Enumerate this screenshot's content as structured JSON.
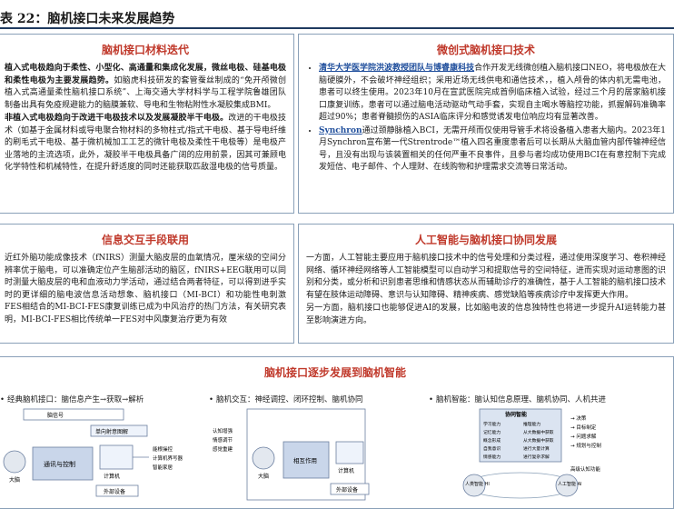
{
  "figure_title": "表 22：脑机接口未来发展趋势",
  "materials": {
    "heading": "脑机接口材料迭代",
    "p1_bold": "植入式电极趋向于柔性、小型化、高通量和集成化发展，微丝电极、硅基电极和柔性电极为主要发展趋势。",
    "p1_rest": "如脑虎科技研发的套管蚕丝制成的“免开颅微创植入式高通量柔性脑机接口系统”、上海交通大学材料学与工程学院鲁雄团队制备出具有免疫规避能力的脑膜兼软、导电和生物粘附性水凝胶集成BMI。",
    "p2_bold": "非植入式电极趋向于改进干电极技术以及发展凝胶半干电极。",
    "p2_rest": "改进的干电极技术（如基于金属材料或导电聚合物材料的多物柱式/指式干电极、基于导电纤维的刷毛式干电极、基于微机械加工工艺的微针电极及柔性干电极等）是电极产业落地的主流选项，此外，凝胶半干电极具备广阔的应用前景，因其可兼顾电化学特性和机械特性，在提升舒适度的同时还能获取匹敌湿电极的信号质量。"
  },
  "minimally_invasive": {
    "heading": "微创式脑机接口技术",
    "item1_link": "清华大学医学院洪波教授团队与博睿康科技",
    "item1_rest": "合作开发无线微创植入脑机接口NEO，将电极放在大脑硬膜外，不会破坏神经组织；采用近场无线供电和通信技术，，植入颅骨的体内机无需电池，患者可以终生使用。2023年10月在宣武医院完成首例临床植入试验，经过三个月的居家脑机接口康复训练，患者可以通过脑电活动驱动气动手套，实现自主喝水等脑控功能，抓握解码准确率超过90%；患者脊髓损伤的ASIA临床评分和感觉诱发电位响应均有显著改善。",
    "item2_link": "Synchron",
    "item2_rest": "通过颈静脉植入BCI，无需开颅而仅使用导管手术将设备植入患者大脑内。2023年1月Synchron宣布第一代Strentrode™植入四名重度患者后可以长期从大脑血管内部传输神经信号，且没有出现与该装置相关的任何严重不良事件，且参与者均成功使用BCI在有意控制下完成发短信、电子邮件、个人理财、在线购物和护理需求交流等日常活动。"
  },
  "interaction": {
    "heading": "信息交互手段联用",
    "text": "近红外脑功能成像技术（fNIRS）测量大脑皮层的血氧情况，厘米级的空间分辨率优于脑电，可以准确定位产生脑部活动的脑区，fNIRS+EEG联用可以同时测量大脑皮层的电和血液动力学活动，通过结合两者特征，可以得到进乎实时的更详细的脑电波信息活动想象、脑机接口（MI-BCI）和功能性电刺激FES相结合的MI-BCI-FES康复训练已成为中风治疗的热门方法，有关研究表明，MI-BCI-FES相比传统单一FES对中风康复治疗更为有效"
  },
  "ai": {
    "heading": "人工智能与脑机接口协同发展",
    "p1": "一方面，人工智能主要应用于脑机接口技术中的信号处理和分类过程，通过使用深度学习、卷积神经网络、循环神经网络等人工智能模型可以自动学习和提取信号的空间特征，进而实现对运动意图的识别和分类，或分析和识别患者思维和情感状态从而辅助诊疗的准确性，基于人工智能的脑机接口技术有望在肢体运动障碍、意识与认知障碍、精神疾病、感觉缺陷等疾病诊疗中发挥更大作用。",
    "p2": "另一方面，脑机接口也能够促进AI的发展，比如脑电波的信息独特性也将进一步提升AI运转能力甚至影响演进方向。"
  },
  "evolution": {
    "heading": "脑机接口逐步发展到脑机智能",
    "col1_label": "经典脑机接口：脑信息产生→获取→解析",
    "col2_label": "脑机交互：神经调控、闭环控制、脑机协同",
    "col3_label": "脑机智能：脑认知信息原理、脑机协同、人机共进",
    "d1": {
      "signal": "脑信号",
      "model": "单向射意图解",
      "brain": "大脑",
      "comm": "通讯与控制",
      "computer": "计算机",
      "out1": "能根操控",
      "out2": "计算机界写器",
      "out3": "智能家居",
      "external": "外部设备"
    },
    "d2": {
      "in1": "认知增强",
      "in2": "情感调节",
      "in3": "感觉重建",
      "brain": "大脑",
      "computer": "计算机",
      "mutual": "相互作用",
      "external": "外部设备"
    },
    "d3": {
      "box_title": "协同智能",
      "items": [
        "学习能力",
        "记忆能力",
        "概念形成",
        "自我意识",
        "情感能力",
        "推理能力",
        "从大数据中获取",
        "从大数据中获取",
        "进行大量计算",
        "进行复杂求解"
      ],
      "right": [
        "决策",
        "目标制定",
        "问题求解",
        "规划与控制"
      ],
      "advanced": "高级认知功能",
      "human": "人类智能\nHI",
      "ai": "人工智能\nAI"
    }
  }
}
